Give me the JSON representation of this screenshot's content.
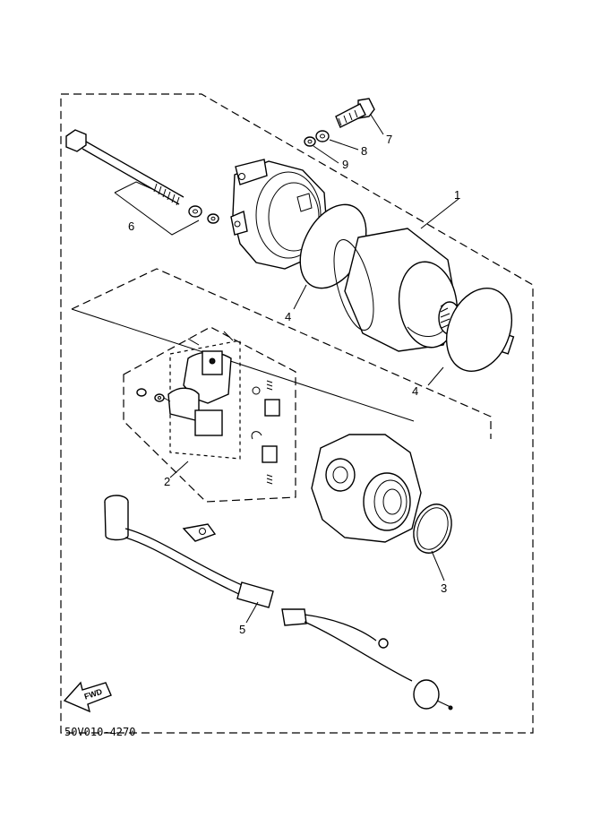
{
  "callouts": {
    "c1": "1",
    "c2": "2",
    "c3": "3",
    "c4a": "4",
    "c4b": "4",
    "c5": "5",
    "c6": "6",
    "c7": "7",
    "c8": "8",
    "c9": "9"
  },
  "fwd_label": "FWD",
  "drawing_code": "50V010-4270"
}
